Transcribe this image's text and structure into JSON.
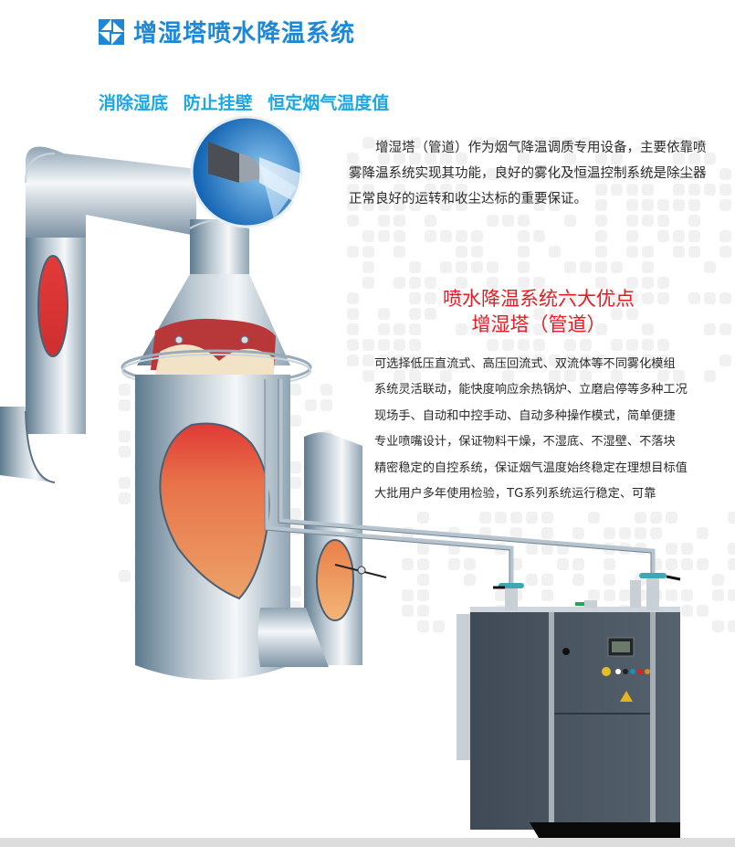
{
  "header": {
    "logo_icon": "pinwheel-logo-icon",
    "title": "增湿塔喷水降温系统"
  },
  "slogan": "消除湿底 防止挂壁 恒定烟气温度值",
  "intro": {
    "text": "增湿塔（管道）作为烟气降温调质专用设备，主要依靠喷雾降温系统实现其功能，良好的雾化及恒温控制系统是除尘器正常良好的运转和收尘达标的重要保证。"
  },
  "advantages": {
    "title_line1": "喷水降温系统六大优点",
    "title_line2": "增湿塔（管道）",
    "items": [
      "可选择低压直流式、高压回流式、双流体等不同雾化模组",
      "系统灵活联动，能快度响应余热锅炉、立磨启停等多种工况",
      "现场手、自动和中控手动、自动多种操作模式，简单便捷",
      "专业喷嘴设计，保证物料干燥，不湿底、不湿壁、不落块",
      "精密稳定的自控系统，保证烟气温度始终稳定在理想目标值",
      "大批用户多年使用检验，TG系列系统运行稳定、可靠"
    ]
  },
  "illustration": {
    "tower": "humidification-tower-illustration",
    "nozzle_inset": "spray-nozzle-closeup",
    "pump_unit": "water-pump-control-cabinet"
  },
  "colors": {
    "title_blue": "#1e87d6",
    "slogan_blue": "#1aa7e4",
    "accent_red": "#e61b23",
    "body_text": "#2a2a2a",
    "footer_gray": "#dcdcdc"
  }
}
